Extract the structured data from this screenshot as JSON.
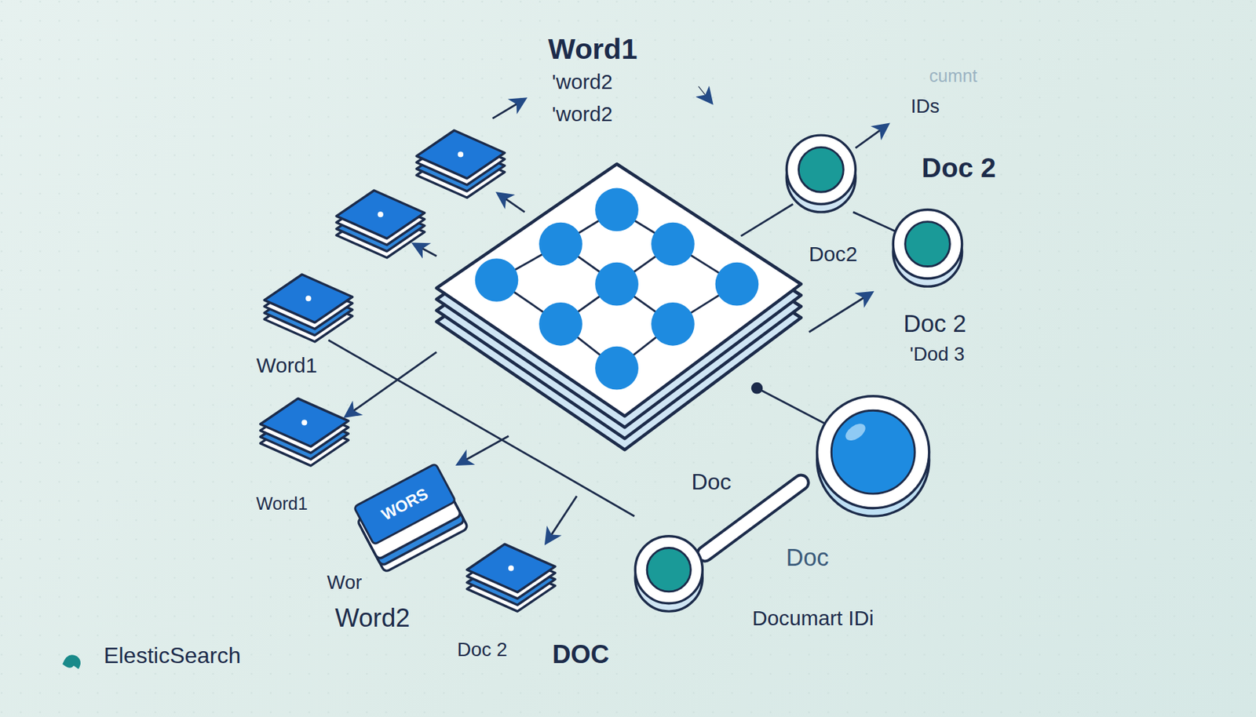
{
  "diagram": {
    "nodes": [
      {
        "text": [
          "WORS"
        ]
      }
    ],
    "labels": [
      "Word1",
      "'word2",
      "'word2",
      "cumnt",
      "IDs",
      "Doc 2",
      "Doc2",
      "Doc 2",
      "'Dod 3",
      "Word1",
      "Word1",
      "Wor",
      "Word2",
      "Doc 2",
      "DOC",
      "Doc",
      "Doc",
      "Documart IDi",
      "ElesticSearch"
    ]
  }
}
